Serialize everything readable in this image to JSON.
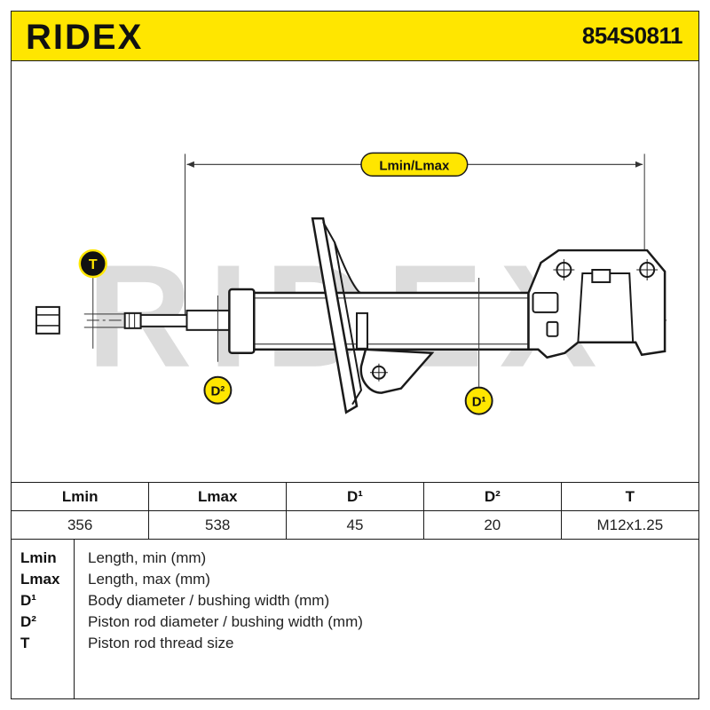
{
  "brand": {
    "logo_text": "RIDEX",
    "watermark_text": "RIDEX"
  },
  "part_number": "854S0811",
  "callouts": {
    "length": "Lmin/Lmax",
    "thread": "T",
    "rod_diameter": "D²",
    "body_diameter": "D¹"
  },
  "colors": {
    "accent": "#ffe600",
    "line": "#1a1a1a",
    "watermark": "#d9d9d9"
  },
  "spec_table": {
    "headers": [
      "Lmin",
      "Lmax",
      "D¹",
      "D²",
      "T"
    ],
    "values": [
      "356",
      "538",
      "45",
      "20",
      "M12x1.25"
    ]
  },
  "legend": [
    {
      "key": "Lmin",
      "desc": "Length, min (mm)"
    },
    {
      "key": "Lmax",
      "desc": "Length, max (mm)"
    },
    {
      "key": "D¹",
      "desc": "Body diameter / bushing width (mm)"
    },
    {
      "key": "D²",
      "desc": "Piston rod diameter / bushing width (mm)"
    },
    {
      "key": "T",
      "desc": "Piston rod thread size"
    }
  ]
}
